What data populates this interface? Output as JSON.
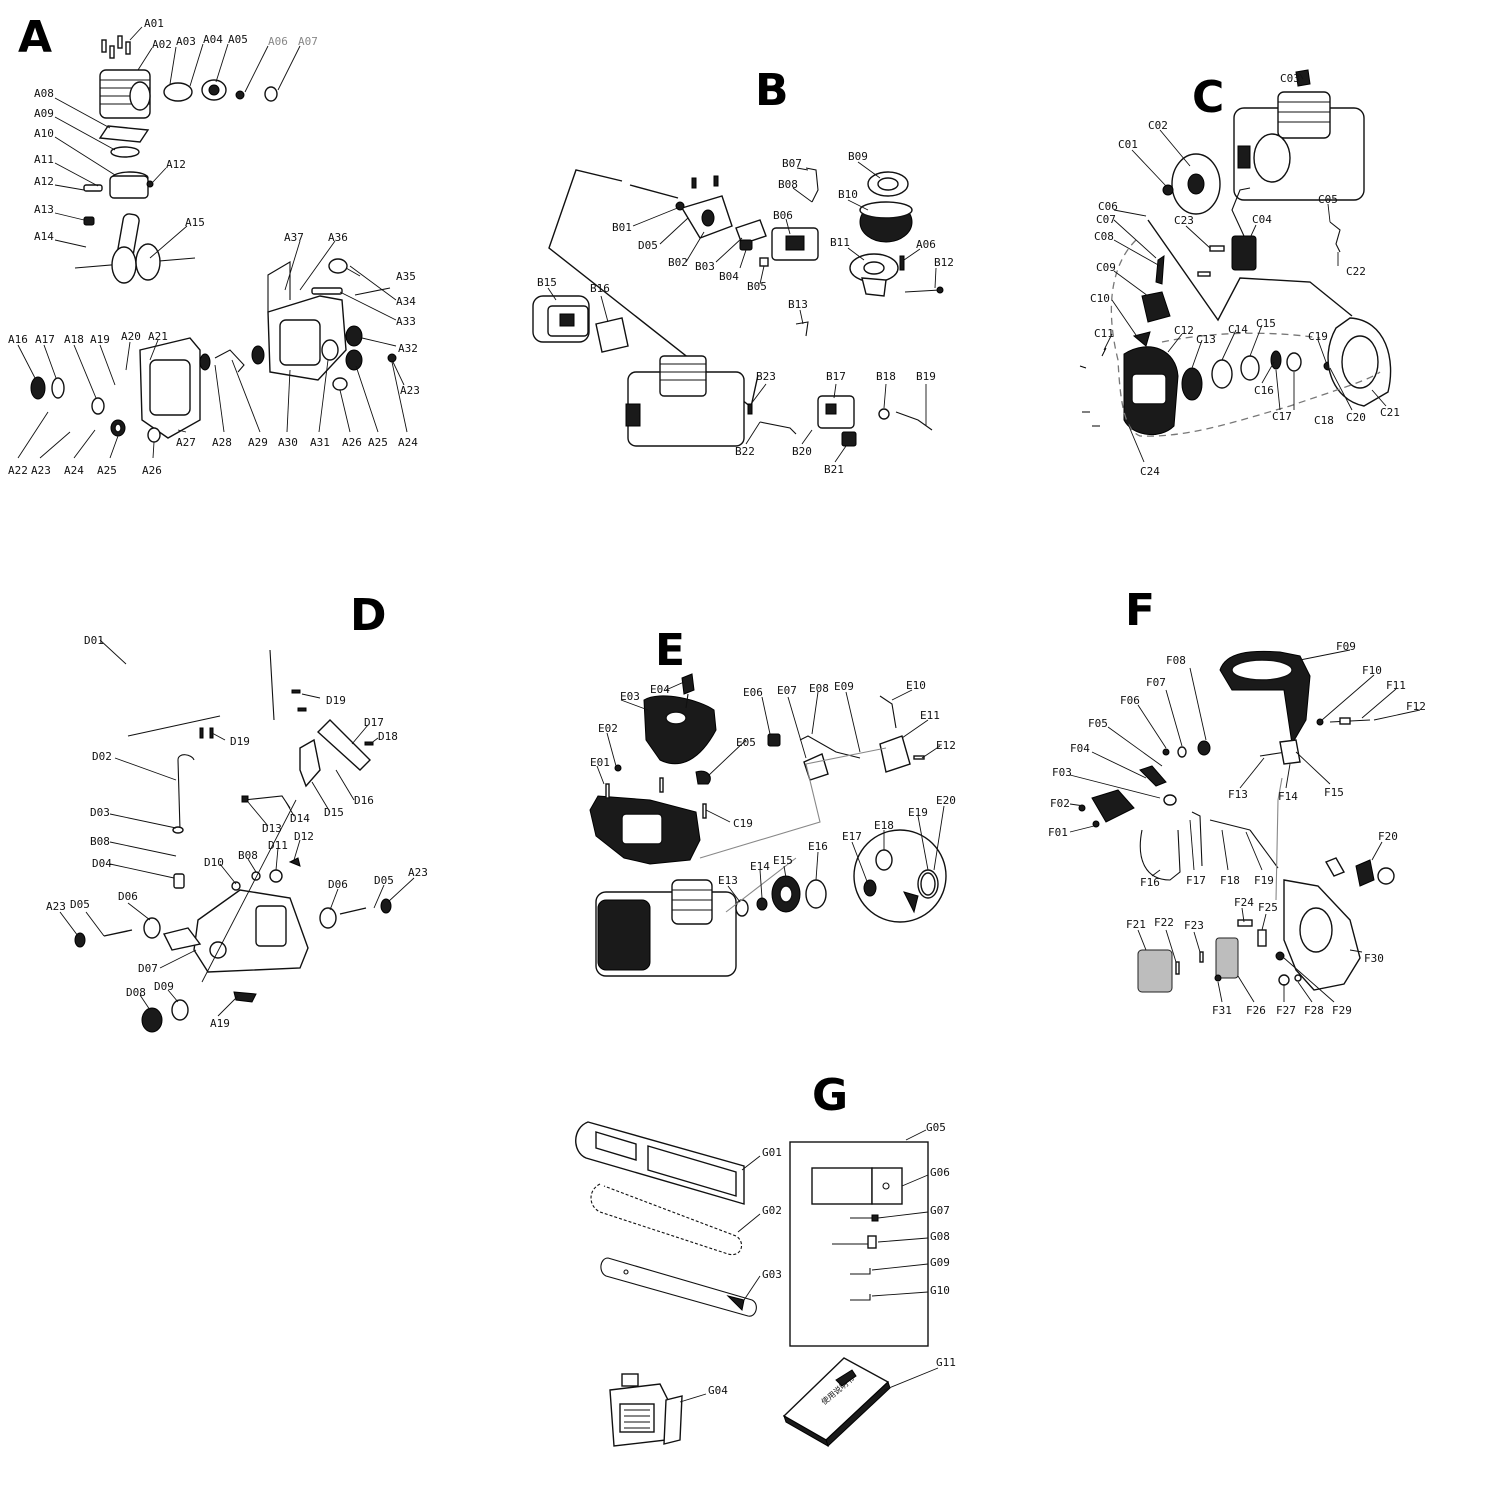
{
  "sections": [
    "A",
    "B",
    "C",
    "D",
    "E",
    "F",
    "G"
  ],
  "labels": {
    "A": [
      "A01",
      "A02",
      "A03",
      "A04",
      "A05",
      "A06",
      "A07",
      "A08",
      "A09",
      "A10",
      "A11",
      "A12",
      "A12",
      "A13",
      "A14",
      "A15",
      "A16",
      "A17",
      "A18",
      "A19",
      "A20",
      "A21",
      "A22",
      "A23",
      "A24",
      "A25",
      "A26",
      "A27",
      "A28",
      "A29",
      "A30",
      "A31",
      "A26",
      "A25",
      "A24",
      "A23",
      "A32",
      "A33",
      "A34",
      "A35",
      "A36",
      "A37"
    ],
    "B": [
      "B01",
      "D05",
      "B02",
      "B03",
      "B04",
      "B05",
      "B06",
      "B07",
      "B08",
      "B09",
      "B10",
      "B11",
      "A06",
      "B12",
      "B13",
      "B15",
      "B16",
      "B23",
      "B17",
      "B18",
      "B19",
      "B22",
      "B20",
      "B21"
    ],
    "C": [
      "C01",
      "C02",
      "C03",
      "C04",
      "C05",
      "C06",
      "C07",
      "C08",
      "C09",
      "C10",
      "C11",
      "C12",
      "C13",
      "C14",
      "C15",
      "C16",
      "C17",
      "C18",
      "C19",
      "C20",
      "C21",
      "C22",
      "C23",
      "C24"
    ],
    "D": [
      "D01",
      "D19",
      "D19",
      "D17",
      "D18",
      "D02",
      "D03",
      "B08",
      "D04",
      "D10",
      "B08",
      "D11",
      "D12",
      "D13",
      "D14",
      "D15",
      "D16",
      "A23",
      "D05",
      "D06",
      "D06",
      "D05",
      "A23",
      "D07",
      "D08",
      "D09",
      "A19"
    ],
    "E": [
      "E01",
      "E02",
      "E03",
      "E04",
      "E05",
      "E06",
      "E07",
      "E08",
      "E09",
      "E10",
      "E11",
      "E12",
      "C19",
      "E13",
      "E14",
      "E15",
      "E16",
      "E17",
      "E18",
      "E19",
      "E20"
    ],
    "F": [
      "F01",
      "F02",
      "F03",
      "F04",
      "F05",
      "F06",
      "F07",
      "F08",
      "F09",
      "F10",
      "F11",
      "F12",
      "F13",
      "F14",
      "F15",
      "F16",
      "F17",
      "F18",
      "F19",
      "F20",
      "F21",
      "F22",
      "F23",
      "F24",
      "F25",
      "F26",
      "F27",
      "F28",
      "F29",
      "F30",
      "F31"
    ],
    "G": [
      "G01",
      "G02",
      "G03",
      "G04",
      "G05",
      "G06",
      "G07",
      "G08",
      "G09",
      "G10",
      "G11"
    ]
  },
  "manual_cover_text": "使用说明书",
  "colors": {
    "ink": "#111111",
    "connector": "#888888",
    "background": "#ffffff"
  }
}
